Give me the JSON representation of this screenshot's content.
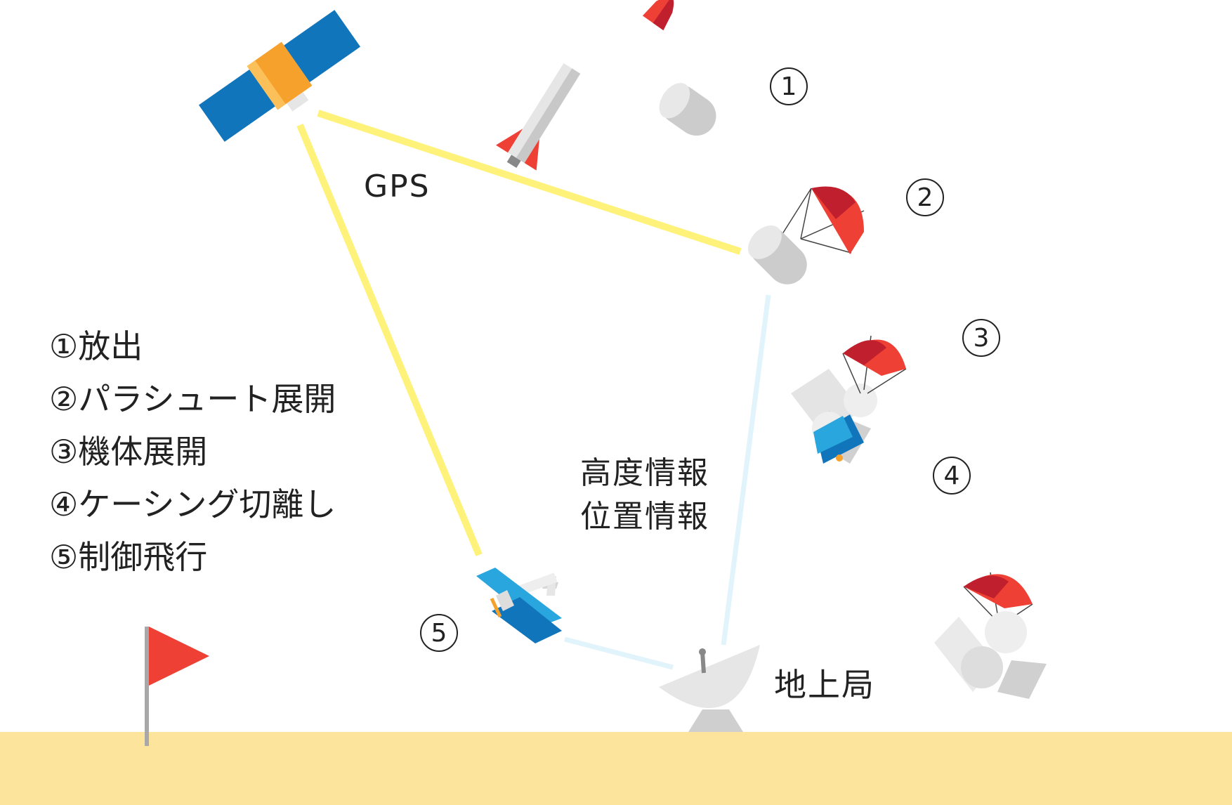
{
  "labels": {
    "gps": "GPS",
    "altitude_info": "高度情報",
    "position_info": "位置情報",
    "ground_station": "地上局"
  },
  "markers": [
    "1",
    "2",
    "3",
    "4",
    "5"
  ],
  "steps": [
    "①放出",
    "②パラシュート展開",
    "③機体展開",
    "④ケーシング切離し",
    "⑤制御飛行"
  ],
  "colors": {
    "gps_link": "#fef27a",
    "radio_link": "#e1f3fb",
    "ground": "#fde49c",
    "parachute_dark": "#c0202e",
    "parachute_light": "#ee4035",
    "satellite_panel": "#1175bc",
    "satellite_body": "#f7a12d",
    "aircraft": "#2aa6df",
    "flag": "#ee4035"
  }
}
